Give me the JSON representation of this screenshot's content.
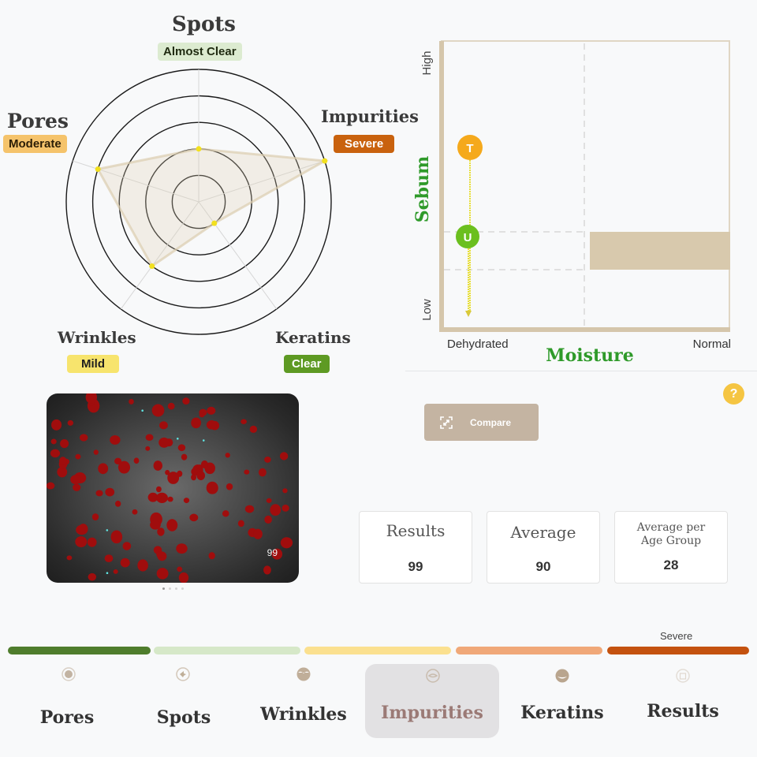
{
  "radar": {
    "axes": [
      {
        "name": "Spots",
        "severity": "Almost Clear",
        "badge_bg": "#dcebd0",
        "badge_fg": "#1f2a10",
        "value": 2
      },
      {
        "name": "Impurities",
        "severity": "Severe",
        "badge_bg": "#c9620e",
        "badge_fg": "#ffffff",
        "value": 5
      },
      {
        "name": "Keratins",
        "severity": "Clear",
        "badge_bg": "#5e9a23",
        "badge_fg": "#ffffff",
        "value": 1
      },
      {
        "name": "Wrinkles",
        "severity": "Mild",
        "badge_bg": "#f7e46d",
        "badge_fg": "#1f1f1f",
        "value": 3
      },
      {
        "name": "Pores",
        "severity": "Moderate",
        "badge_bg": "#f5c36b",
        "badge_fg": "#2b1d06",
        "value": 4
      }
    ],
    "rings": 5,
    "max": 5
  },
  "sebum_chart": {
    "y_axis_label": "Sebum",
    "y_high": "High",
    "y_low": "Low",
    "x_axis_label": "Moisture",
    "x_left": "Dehydrated",
    "x_right": "Normal",
    "markers": [
      {
        "label": "T",
        "color": "#f5a91c"
      },
      {
        "label": "U",
        "color": "#6bbf1f"
      }
    ],
    "axis_label_color": "#2f9a2a",
    "band_color": "#d8c9ad"
  },
  "help": {
    "label": "?"
  },
  "compare": {
    "label": "Compare"
  },
  "image": {
    "count": "99"
  },
  "stats": [
    {
      "title": "Results",
      "value": "99"
    },
    {
      "title": "Average",
      "value": "90"
    },
    {
      "title": "Average per Age Group",
      "value": "28"
    }
  ],
  "legend": {
    "label": "Severe",
    "segments": [
      "#4f7d2c",
      "#d6e8c8",
      "#fbe08f",
      "#f0a878",
      "#c4520f"
    ]
  },
  "nav": {
    "items": [
      {
        "label": "Pores",
        "icon": "pores-icon",
        "active": false
      },
      {
        "label": "Spots",
        "icon": "spots-icon",
        "active": false
      },
      {
        "label": "Wrinkles",
        "icon": "wrinkles-icon",
        "active": false
      },
      {
        "label": "Impurities",
        "icon": "impurities-icon",
        "active": true
      },
      {
        "label": "Keratins",
        "icon": "keratins-icon",
        "active": false
      },
      {
        "label": "Results",
        "icon": "results-icon",
        "active": false
      }
    ]
  }
}
